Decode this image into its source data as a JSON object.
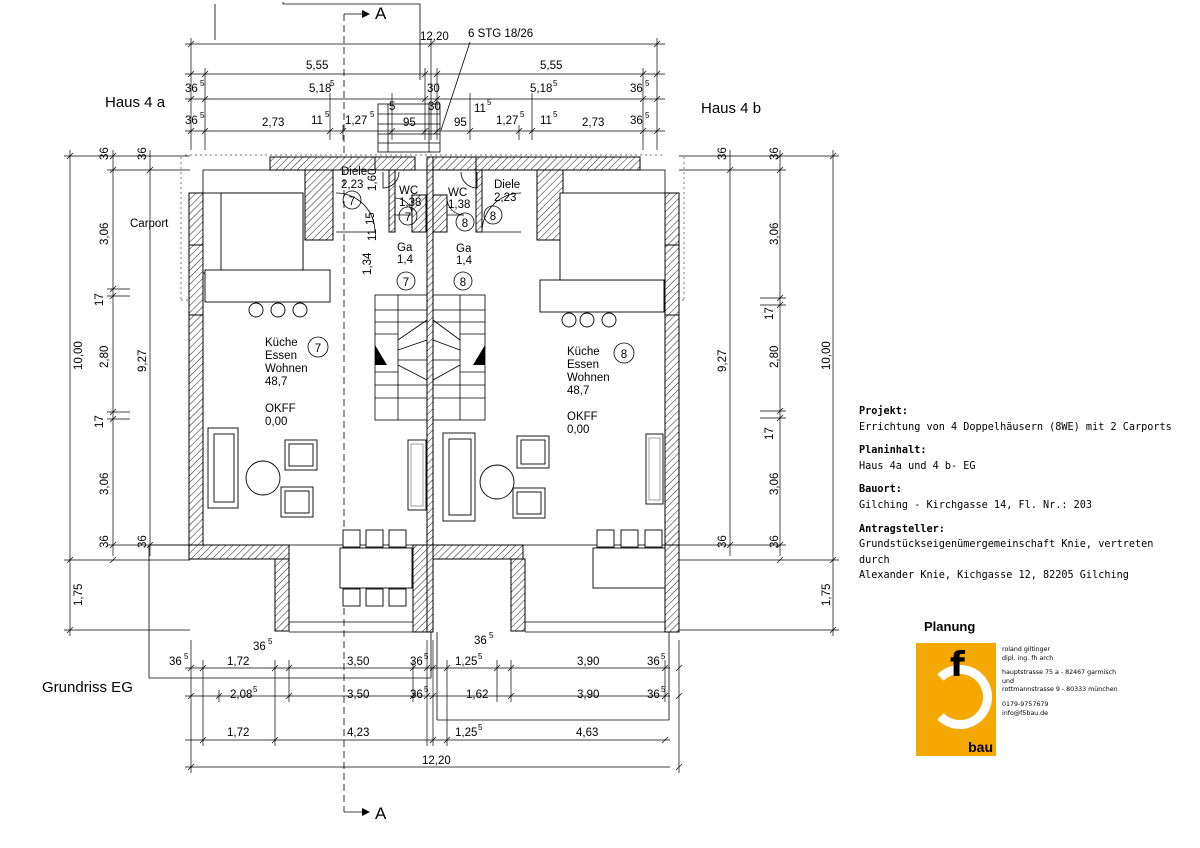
{
  "plan": {
    "house_a": "Haus 4 a",
    "house_b": "Haus 4 b",
    "drawing_title": "Grundriss EG",
    "section_mark": "A",
    "stair_label": "6 STG 18/26",
    "carport_label": "Carport"
  },
  "rooms": {
    "diele_a": {
      "name": "Diele",
      "area": "2,23",
      "number": "7"
    },
    "diele_b": {
      "name": "Diele",
      "area": "2,23",
      "number": "8"
    },
    "wc_a": {
      "name": "WC",
      "area": "1,38",
      "number": "7"
    },
    "wc_b": {
      "name": "WC",
      "area": "1,38",
      "number": "8"
    },
    "ga_a": {
      "name": "Ga",
      "area": "1,4",
      "number": "7"
    },
    "ga_b": {
      "name": "Ga",
      "area": "1,4",
      "number": "8"
    },
    "kitchen_a": {
      "line1": "Küche",
      "line2": "Essen",
      "line3": "Wohnen",
      "area": "48,7",
      "level_label": "OKFF",
      "level": "0,00",
      "number": "7"
    },
    "kitchen_b": {
      "line1": "Küche",
      "line2": "Essen",
      "line3": "Wohnen",
      "area": "48,7",
      "level_label": "OKFF",
      "level": "0,00",
      "number": "8"
    }
  },
  "dims": {
    "top_total": "12,20",
    "top_left_555": "5,55",
    "top_right_555": "5,55",
    "top_left_518": "5,18",
    "top_right_518": "5,18",
    "sup5": "5",
    "d36": "36",
    "d30": "30",
    "d273": "2,73",
    "d11": "11",
    "d127": "1,27",
    "d95": "95",
    "d160": "1,60",
    "d15": "15",
    "d134": "1,34",
    "left_306": "3,06",
    "left_280": "2,80",
    "left_17": "17",
    "left_927": "9,27",
    "left_1000": "10,00",
    "left_175": "1,75",
    "b_172": "1,72",
    "b_350": "3,50",
    "b_125": "1,25",
    "b_390": "3,90",
    "b_208": "2,08",
    "b_162": "1,62",
    "b_423": "4,23",
    "b_463": "4,63",
    "b_total": "12,20"
  },
  "info": {
    "projekt_label": "Projekt:",
    "projekt": "Errichtung von 4 Doppelhäusern (8WE) mit 2 Carports",
    "planinhalt_label": "Planinhalt:",
    "planinhalt": "Haus 4a  und 4 b- EG",
    "bauort_label": "Bauort:",
    "bauort": "Gilching - Kirchgasse 14,  Fl. Nr.: 203",
    "antrag_label": "Antragsteller:",
    "antrag1": "Grundstückseigenümergemeinschaft Knie, vertreten durch",
    "antrag2": "Alexander Knie, Kichgasse 12, 82205 Gilching"
  },
  "planung": {
    "title": "Planung",
    "logo_letter": "f",
    "logo_word": "bau",
    "name": "roland giltinger",
    "degree": "dipl. ing. fh arch",
    "addr1": "hauptstrasse 75 a - 82467 garmisch",
    "and": "und",
    "addr2": "rottmannstrasse 9 - 80333 münchen",
    "phone": "0179-9757679",
    "email": "info@f5bau.de"
  },
  "colors": {
    "logo": "#f5a800",
    "line": "#000000"
  }
}
